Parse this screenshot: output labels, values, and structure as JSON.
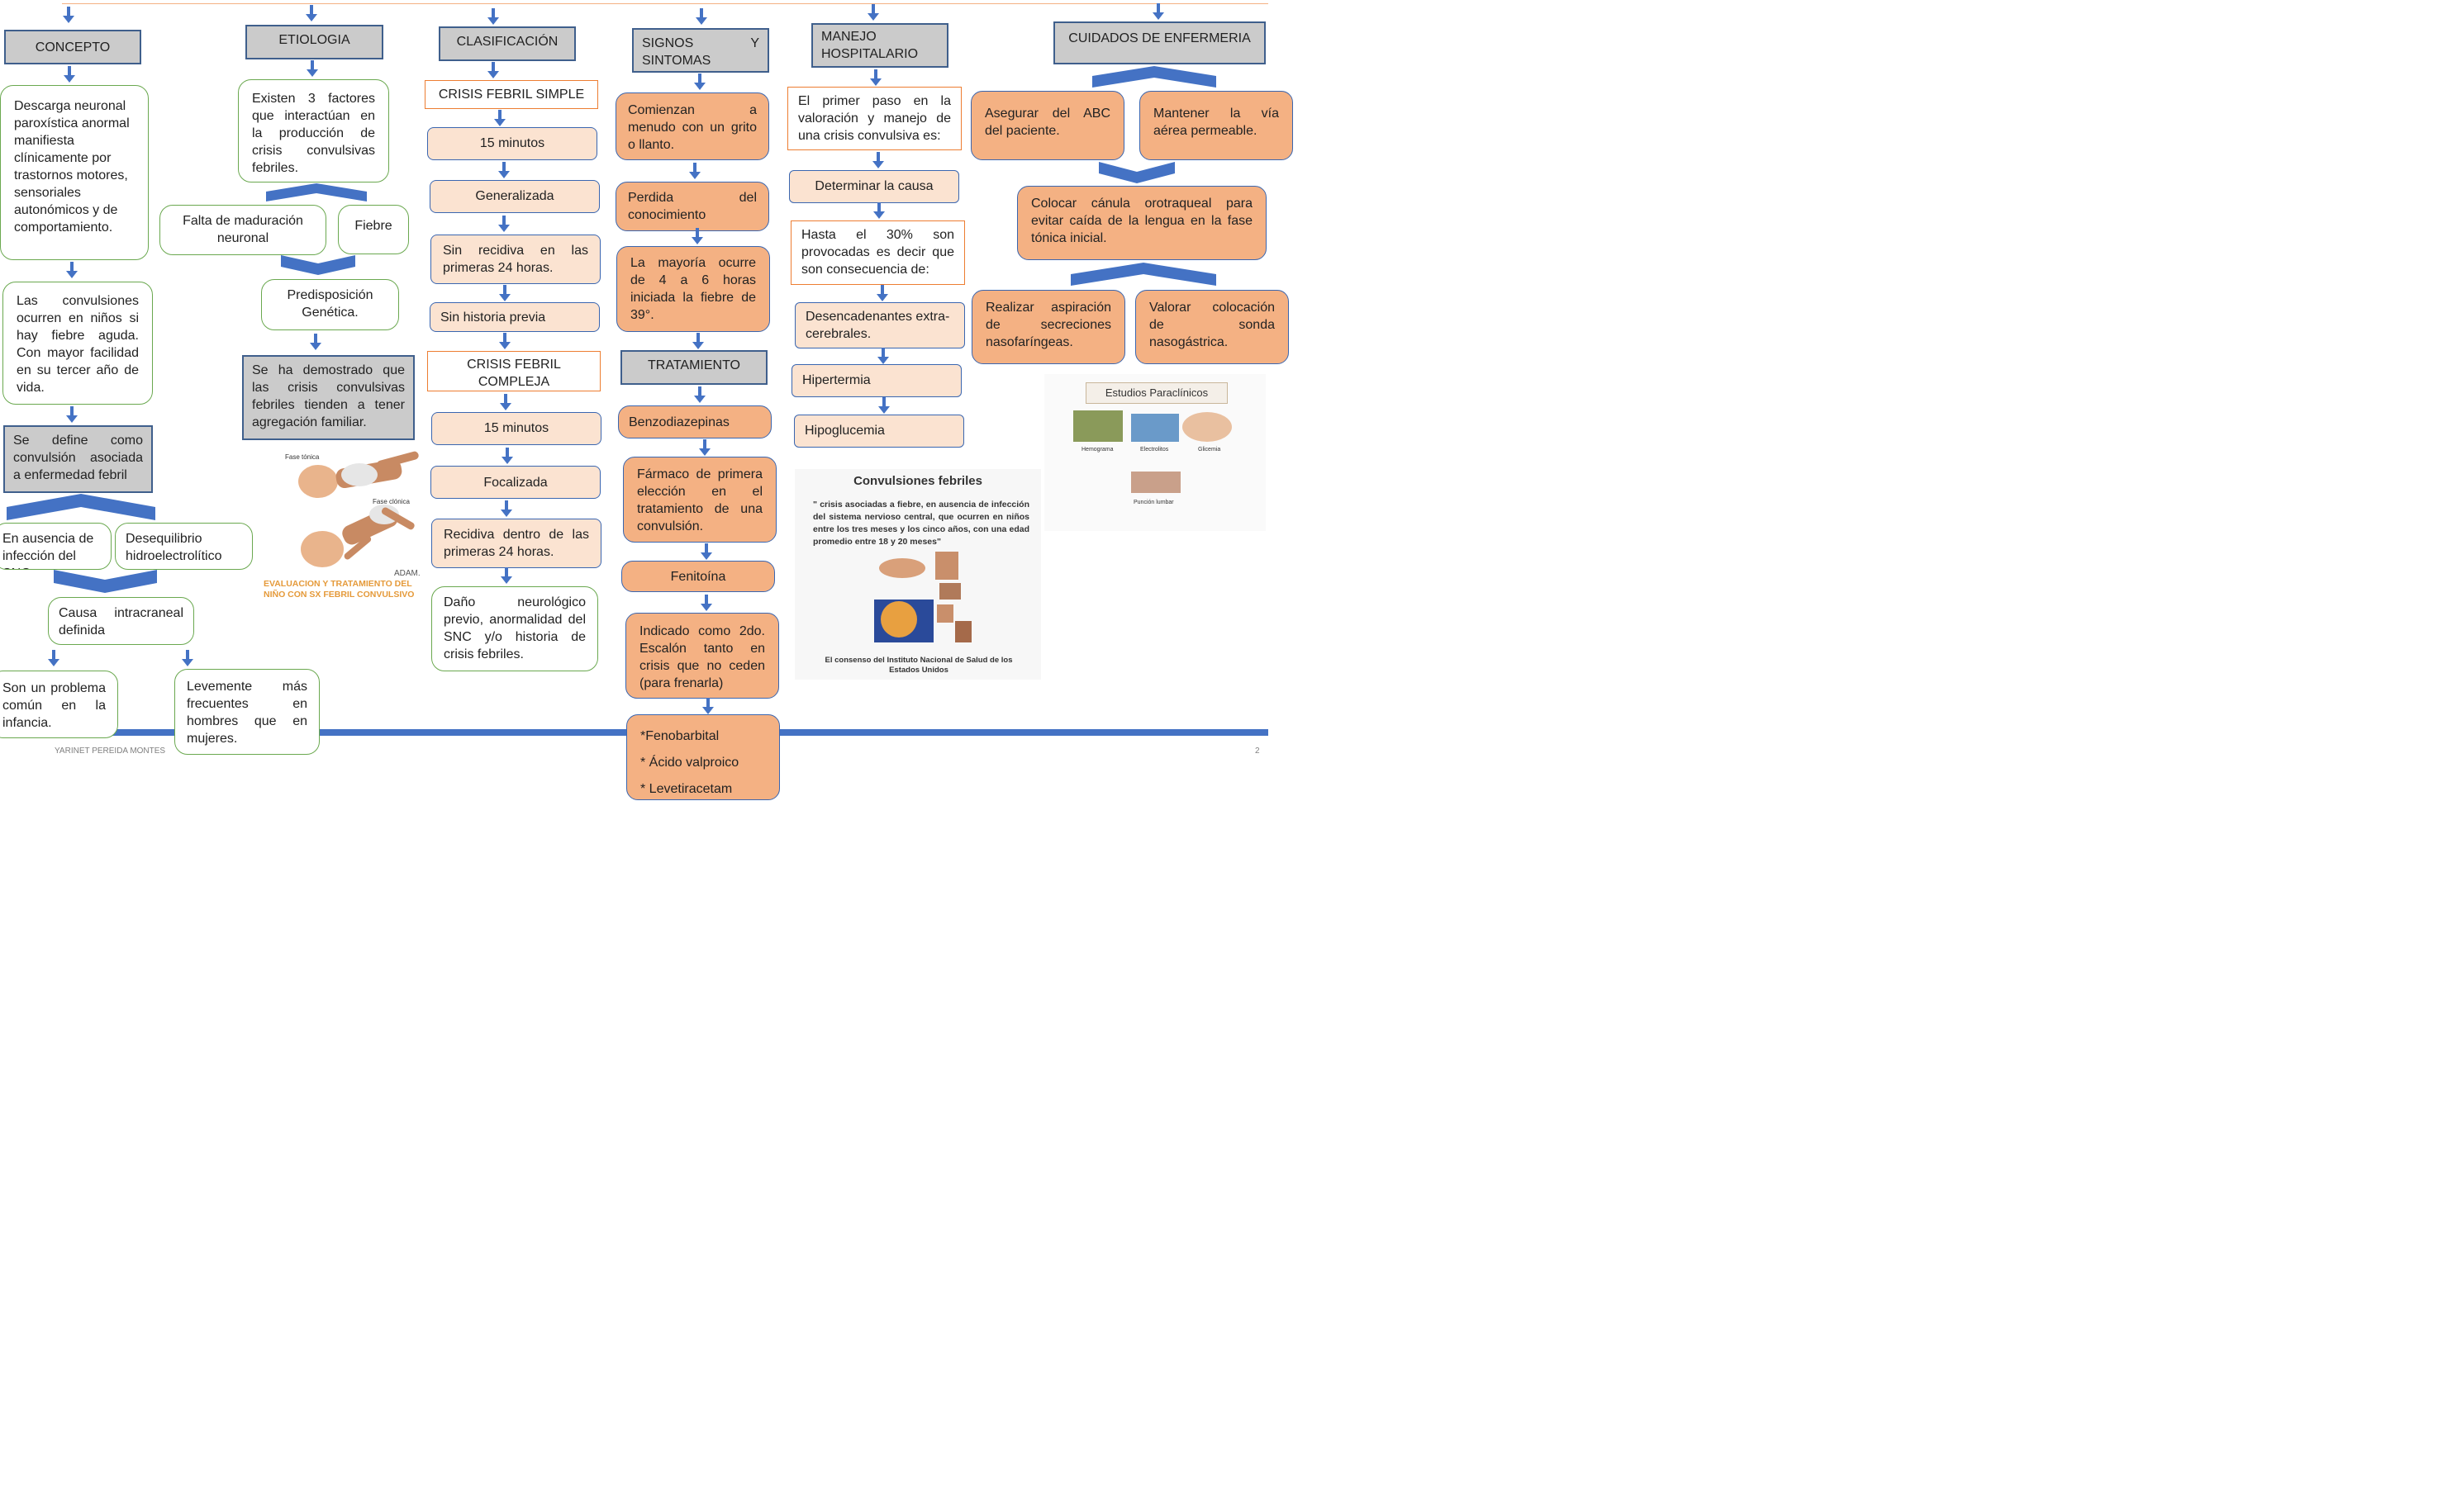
{
  "colors": {
    "accent_blue": "#4472c4",
    "gray_box": "#cbcbcb",
    "peach": "#fbe3d1",
    "salmon": "#f4b183",
    "green_border": "#6aa84f",
    "orange_border": "#ed7d31"
  },
  "concepto": {
    "header": "CONCEPTO",
    "b1": "Descarga neuronal paroxística anormal manifiesta clínicamente por trastornos motores, sensoriales autonómicos y de comportamiento.",
    "b2": "Las convulsiones ocurren en niños si hay fiebre aguda. Con mayor facilidad en su tercer año de vida.",
    "b3": "Se define como convulsión asociada a enfermedad febril",
    "b4": "En ausencia de infección del SNC",
    "b5": "Desequilibrio hidroelectrolítico",
    "b6": "Causa intracraneal definida",
    "b7": "Son un problema común en la infancia.",
    "b8": "Levemente más frecuentes en hombres que en mujeres."
  },
  "etiologia": {
    "header": "ETIOLOGIA",
    "b1": "Existen 3 factores que interactúan en la producción de crisis convulsivas febriles.",
    "b2": "Falta de maduración neuronal",
    "b3": "Fiebre",
    "b4": "Predisposición Genética.",
    "b5": "Se ha demostrado que las crisis convulsivas febriles tienden a tener agregación familiar.",
    "img_label1": "Fase tónica",
    "img_label2": "Fase clónica",
    "img_brand": "ADAM.",
    "img_caption": "EVALUACION Y TRATAMIENTO DEL NIÑO CON SX FEBRIL CONVULSIVO"
  },
  "clasificacion": {
    "header": "CLASIFICACIÓN",
    "simple_title": "CRISIS FEBRIL SIMPLE",
    "s1": "15 minutos",
    "s2": "Generalizada",
    "s3": "Sin recidiva en las primeras 24 horas.",
    "s4": "Sin historia previa",
    "compleja_title": "CRISIS FEBRIL COMPLEJA",
    "c1": "15 minutos",
    "c2": "Focalizada",
    "c3": "Recidiva dentro de las primeras 24 horas.",
    "c4": "Daño neurológico previo, anormalidad del SNC y/o historia de crisis febriles."
  },
  "signos": {
    "header": "SIGNOS Y SINTOMAS",
    "b1": "Comienzan a menudo con un grito o llanto.",
    "b2": "Perdida del conocimiento",
    "b3": "La mayoría ocurre de 4 a 6 horas iniciada la fiebre de 39°.",
    "tratamiento_header": "TRATAMIENTO",
    "t1": "Benzodiazepinas",
    "t2": "Fármaco de primera elección en el tratamiento de una convulsión.",
    "t3": "Fenitoína",
    "t4": "Indicado como 2do. Escalón tanto en crisis que no ceden (para frenarla)",
    "t5a": "*Fenobarbital",
    "t5b": "* Ácido valproico",
    "t5c": "* Levetiracetam"
  },
  "manejo": {
    "header": "MANEJO HOSPITALARIO",
    "b1": "El primer paso en la valoración y manejo de una crisis convulsiva es:",
    "b2": "Determinar la causa",
    "b3": "Hasta el 30% son provocadas es decir que son consecuencia de:",
    "b4": "Desencadenantes extra- cerebrales.",
    "b5": "Hipertermia",
    "b6": "Hipoglucemia",
    "img_title": "Convulsiones febriles",
    "img_text": "\" crisis asociadas a fiebre, en ausencia de infección del sistema nervioso central, que ocurren en niños entre los tres meses y los cinco años, con una edad promedio entre 18 y 20 meses\"",
    "img_footer": "El consenso del Instituto Nacional de Salud de los Estados Unidos"
  },
  "cuidados": {
    "header": "CUIDADOS DE ENFERMERIA",
    "b1": "Asegurar del ABC del paciente.",
    "b2": "Mantener la vía aérea permeable.",
    "b3": "Colocar cánula orotraqueal para evitar caída de la lengua en la fase tónica inicial.",
    "b4": "Realizar aspiración de secreciones nasofaríngeas.",
    "b5": "Valorar colocación de sonda nasogástrica.",
    "img_title": "Estudios Paraclínicos",
    "img_l1": "Hemograma",
    "img_l2": "Electrolitos",
    "img_l3": "Glicemia",
    "img_l4": "Punción lumbar"
  },
  "footer": {
    "author": "YARINET PEREIDA MONTES",
    "page": "2"
  }
}
